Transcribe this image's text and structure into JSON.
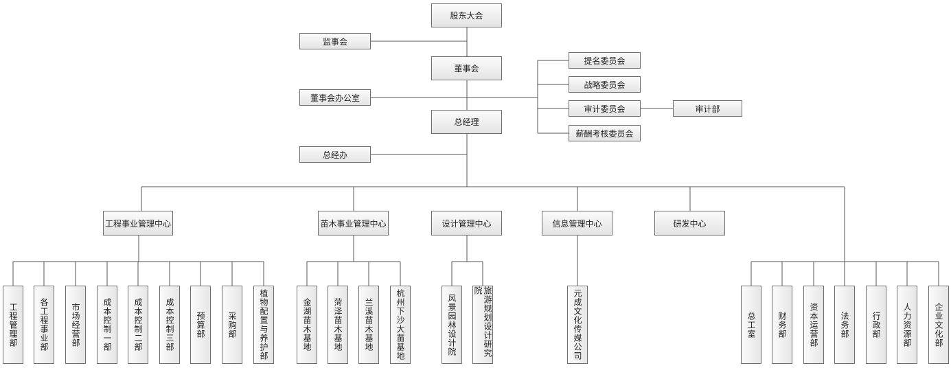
{
  "top": {
    "shareholders": "股东大会",
    "supervisors": "监事会",
    "board": "董事会",
    "board_office": "董事会办公室",
    "gm": "总经理",
    "gm_office": "总经办"
  },
  "committees": {
    "nomination": "提名委员会",
    "strategy": "战略委员会",
    "audit": "审计委员会",
    "remuneration": "薪酬考核委员会",
    "audit_dept": "审计部"
  },
  "centers": {
    "engineering": "工程事业管理中心",
    "nursery": "苗木事业管理中心",
    "design": "设计管理中心",
    "info": "信息管理中心",
    "rnd": "研发中心"
  },
  "depts": {
    "engineering": [
      "工程管理部",
      "各工程事业部",
      "市场经营部",
      "成本控制一部",
      "成本控制二部",
      "成本控制三部",
      "预算部",
      "采购部",
      "植物配置与养护部"
    ],
    "nursery": [
      "金湖苗木基地",
      "菏泽苗木基地",
      "兰溪苗木基地",
      "杭州下沙大苗基地"
    ],
    "design": [
      "风景园林设计院",
      "旅游规划设计研究院"
    ],
    "info": [
      "元成文化传媒公司"
    ],
    "admin": [
      "总工室",
      "财务部",
      "资本运营部",
      "法务部",
      "行政部",
      "人力资源部",
      "企业文化部"
    ]
  }
}
